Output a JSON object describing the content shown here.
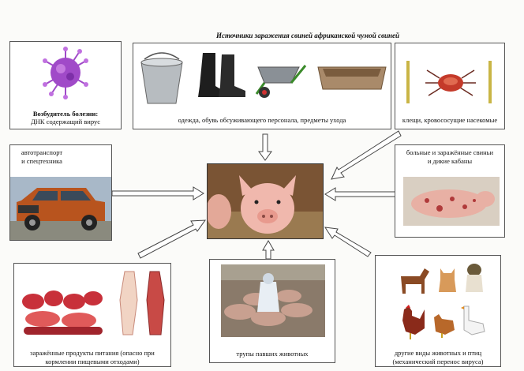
{
  "title": "Источники заражения свиней африканской чумой свиней",
  "sources": {
    "virus": {
      "label_bold": "Возбудитель болезни:",
      "label": "ДНК содержащий вирус"
    },
    "clothing": {
      "label": "одежда, обувь обсуживающего персонала, предметы ухода"
    },
    "ticks": {
      "label": "клещи, кровососущие насекомые"
    },
    "transport": {
      "label_line1": "автотранспорт",
      "label_line2": "и спецтехника"
    },
    "sick_pigs": {
      "label_line1": "больные и заражённые свиньи",
      "label_line2": "и дикие кабаны"
    },
    "food": {
      "label_line1": "заражённые продукты питания (опасно при",
      "label_line2": "кормлении пищевыми отходами)"
    },
    "carcasses": {
      "label": "трупы павших животных"
    },
    "animals": {
      "label_line1": "другие виды животных и птиц",
      "label_line2": "(механический перенос вируса)"
    }
  },
  "colors": {
    "pig_pink": "#f0b8ad",
    "virus_purple": "#a04ac8",
    "car_orange": "#b8541e",
    "meat_red": "#c8303a"
  }
}
